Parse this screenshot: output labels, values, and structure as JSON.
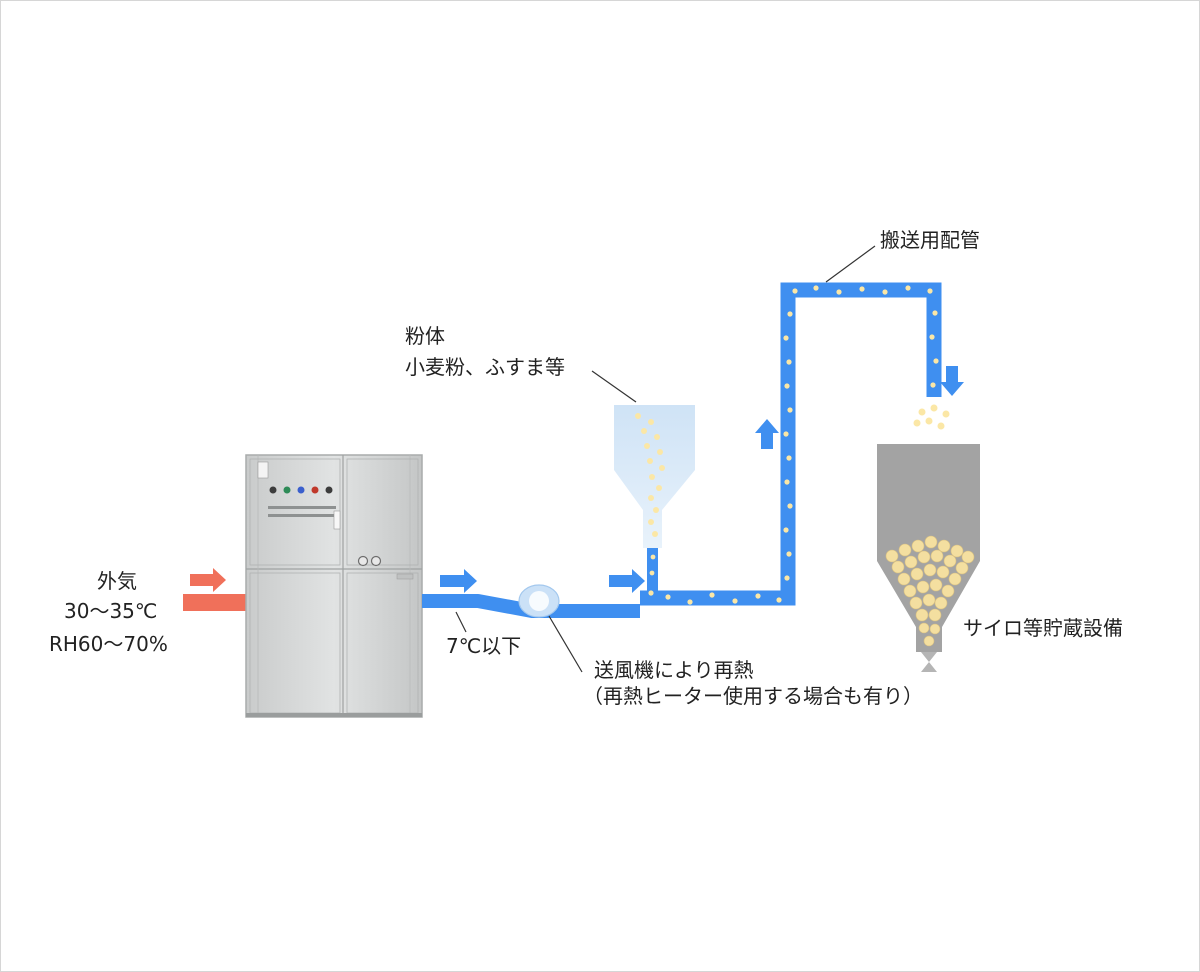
{
  "outside_air": {
    "label": "外気",
    "temperature": "30～35℃",
    "humidity": "RH60～70%"
  },
  "cooled_air": {
    "label": "7℃以下"
  },
  "blower": {
    "label_line1": "送風機により再熱",
    "label_line2": "（再熱ヒーター使用する場合も有り）"
  },
  "powder": {
    "label_line1": "粉体",
    "label_line2": "小麦粉、ふすま等"
  },
  "conveying_pipe": {
    "label": "搬送用配管"
  },
  "silo": {
    "label": "サイロ等貯蔵設備"
  },
  "colors": {
    "intake_red": "#f0705a",
    "pipe_blue": "#3f8ff0",
    "powder_yellow": "#fbe7a6",
    "silo_gray": "#a3a3a3",
    "cabinet_gray": "#d4d6d6"
  }
}
